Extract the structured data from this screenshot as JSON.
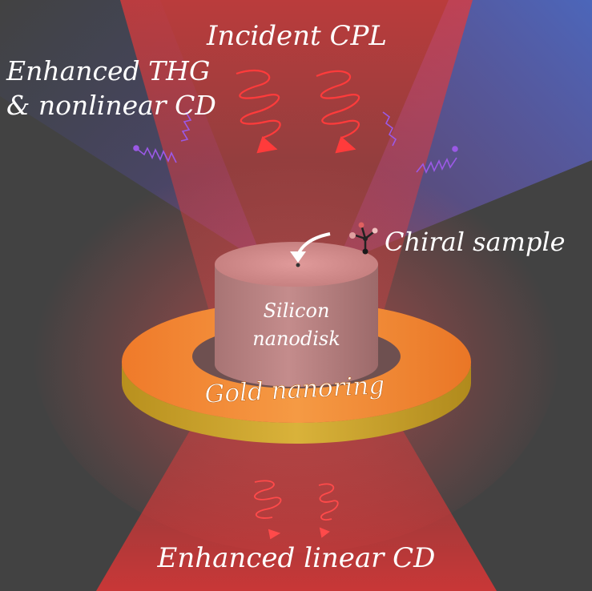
{
  "labels": {
    "incident": "Incident CPL",
    "thg_line1": "Enhanced THG",
    "thg_line2": "& nonlinear CD",
    "chiral": "Chiral sample",
    "disk_line1": "Silicon",
    "disk_line2": "nanodisk",
    "ring": "Gold nanoring",
    "bottom": "Enhanced linear CD"
  },
  "colors": {
    "background": "#424242",
    "beam_red": "#e23a3a",
    "beam_blue": "#4a63b8",
    "wave_red": "#ff3b3b",
    "wave_purple": "#9b59e6",
    "ring_top": "#f28a2e",
    "ring_side": "#c9a22a",
    "disk": "#b87f7f"
  },
  "icons": [
    "wave-icon",
    "arrow-icon",
    "molecule-icon"
  ]
}
